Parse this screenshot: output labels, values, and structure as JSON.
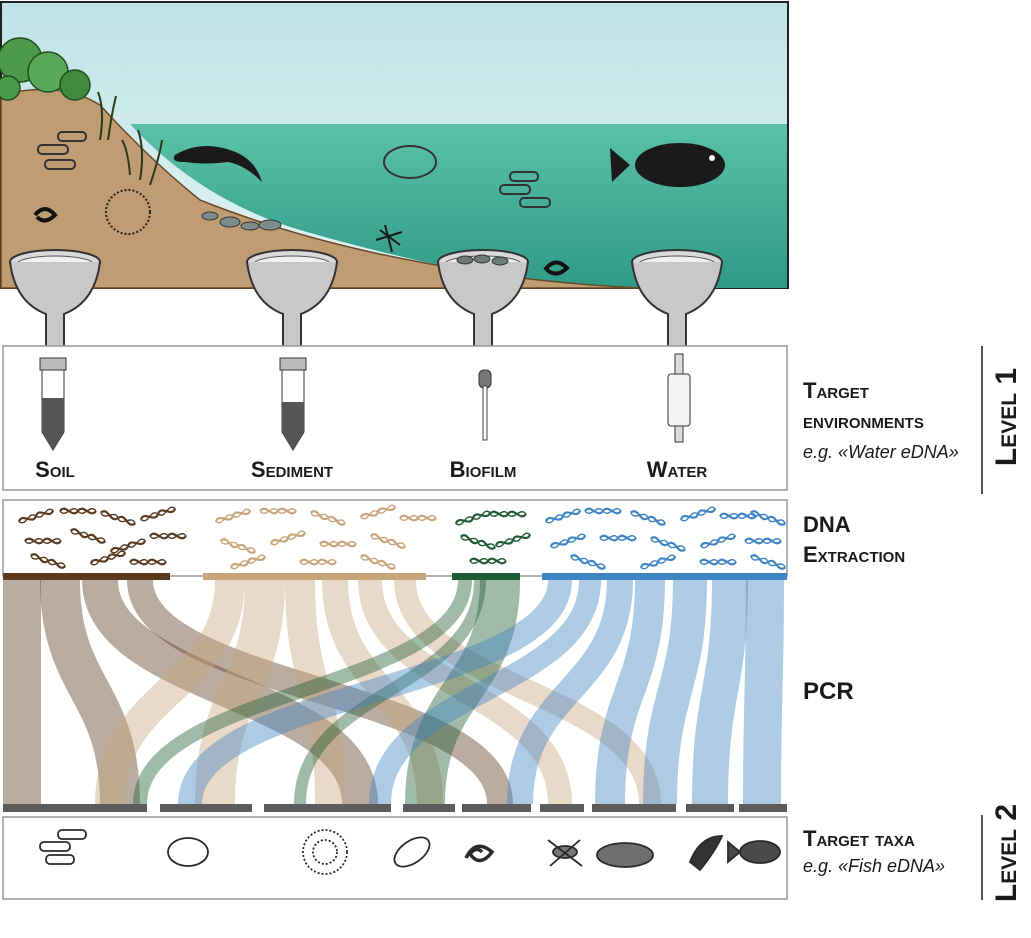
{
  "samples": [
    {
      "label": "Soil",
      "color": "#5a3a1e"
    },
    {
      "label": "Sediment",
      "color": "#c9a57b"
    },
    {
      "label": "Biofilm",
      "color": "#1e5c33"
    },
    {
      "label": "Water",
      "color": "#3f84c4"
    }
  ],
  "labels": {
    "target_env_line1": "Target",
    "target_env_line2": "environments",
    "target_env_example": "e.g. «Water eDNA»",
    "dna_line1": "DNA",
    "dna_line2": "Extraction",
    "pcr": "PCR",
    "target_taxa": "Target taxa",
    "target_taxa_example": "e.g. «Fish eDNA»",
    "level1": "Level 1",
    "level2": "Level 2"
  },
  "taxa_icons": [
    "bacteria-icon",
    "protist-icon",
    "fungi-icon",
    "diatom-icon",
    "nematode-icon",
    "insect-larva-icon",
    "mollusc-icon",
    "newt-icon",
    "fish-icon"
  ],
  "colors": {
    "sky": "#cfe9ec",
    "water": "#4fb79f",
    "soil": "#bf9c72"
  }
}
